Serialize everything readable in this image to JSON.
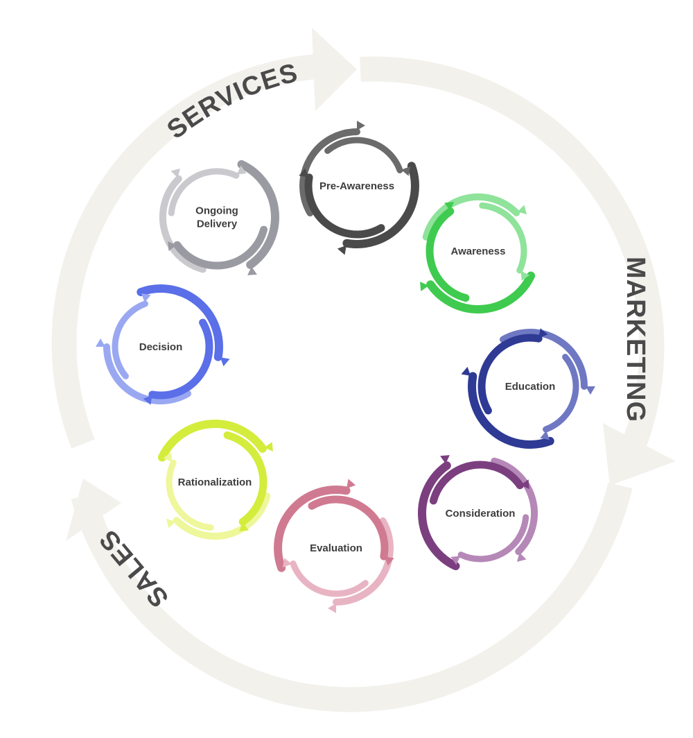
{
  "rings": {
    "services": "SERVICES",
    "marketing": "MARKETING",
    "sales": "SALES"
  },
  "stages": [
    {
      "id": "pre-awareness",
      "lines": [
        "Pre-Awareness"
      ],
      "color": "#4a4a4a",
      "color_light": "#6b6b6b"
    },
    {
      "id": "awareness",
      "lines": [
        "Awareness"
      ],
      "color": "#3fcb4f",
      "color_light": "#8fe39a"
    },
    {
      "id": "education",
      "lines": [
        "Education"
      ],
      "color": "#2e3a94",
      "color_light": "#6f78c2"
    },
    {
      "id": "consideration",
      "lines": [
        "Consideration"
      ],
      "color": "#7b3f7f",
      "color_light": "#b588b8"
    },
    {
      "id": "evaluation",
      "lines": [
        "Evaluation"
      ],
      "color": "#d07a92",
      "color_light": "#e8b4c3"
    },
    {
      "id": "rationalization",
      "lines": [
        "Rationalization"
      ],
      "color": "#d4ec3c",
      "color_light": "#eef79a"
    },
    {
      "id": "decision",
      "lines": [
        "Decision"
      ],
      "color": "#5a6fe8",
      "color_light": "#9aa8f2"
    },
    {
      "id": "ongoing-delivery",
      "lines": [
        "Ongoing",
        "Delivery"
      ],
      "color": "#9a9aa2",
      "color_light": "#c9c9ce"
    }
  ],
  "colors": {
    "outer_ring": "#f2f1ec",
    "text": "#3d3d3d"
  }
}
